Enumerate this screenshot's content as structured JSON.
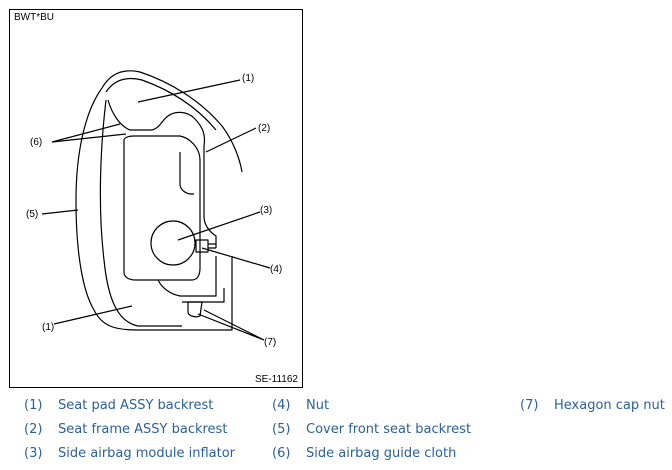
{
  "figure": {
    "code": "BWT*BU",
    "ref": "SE-11162",
    "callouts": {
      "c1a": "(1)",
      "c2": "(2)",
      "c6": "(6)",
      "c5": "(5)",
      "c3": "(3)",
      "c4": "(4)",
      "c1b": "(1)",
      "c7": "(7)"
    }
  },
  "legend": [
    {
      "num": "(1)",
      "label": "Seat pad ASSY backrest"
    },
    {
      "num": "(2)",
      "label": "Seat frame ASSY backrest"
    },
    {
      "num": "(3)",
      "label": "Side airbag module inflator"
    },
    {
      "num": "(4)",
      "label": "Nut"
    },
    {
      "num": "(5)",
      "label": "Cover front seat backrest"
    },
    {
      "num": "(6)",
      "label": "Side airbag guide cloth"
    },
    {
      "num": "(7)",
      "label": "Hexagon cap nut"
    }
  ],
  "colors": {
    "legend_text": "#2b5f9e",
    "line": "#000000"
  }
}
